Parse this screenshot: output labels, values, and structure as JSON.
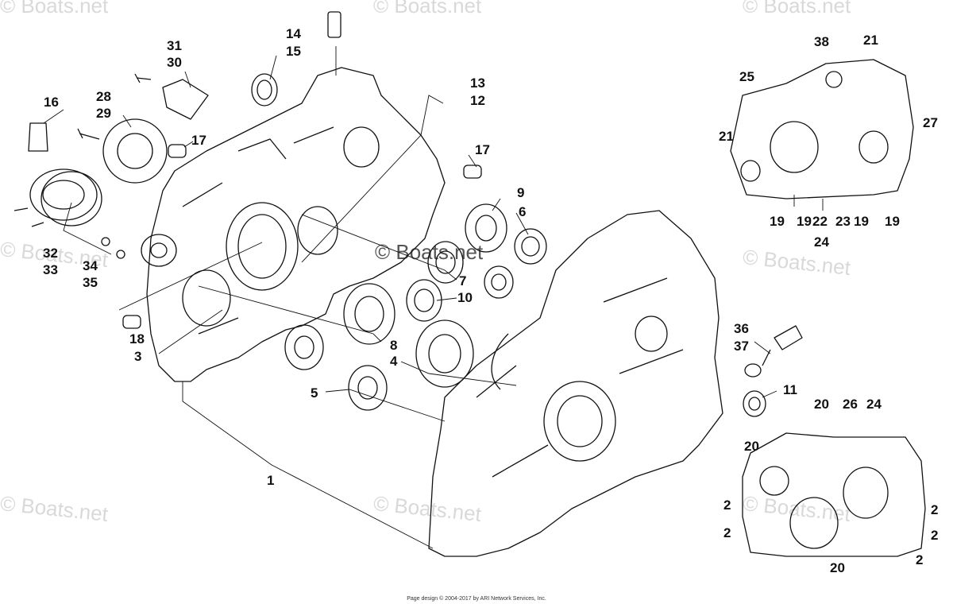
{
  "watermark": {
    "text": "© Boats.net",
    "colors": {
      "watermark": "#d9d9d9",
      "ink": "#111111"
    }
  },
  "callouts": {
    "c1": "1",
    "c2a": "2",
    "c2b": "2",
    "c2c": "2",
    "c2d": "2",
    "c2e": "2",
    "c3": "3",
    "c4": "4",
    "c5": "5",
    "c6": "6",
    "c7": "7",
    "c8": "8",
    "c9": "9",
    "c10": "10",
    "c11": "11",
    "c12": "12",
    "c13": "13",
    "c14": "14",
    "c15": "15",
    "c16": "16",
    "c17a": "17",
    "c17b": "17",
    "c18": "18",
    "c19a": "19",
    "c19b": "19",
    "c19c": "19",
    "c19d": "19",
    "c20a": "20",
    "c20b": "20",
    "c20c": "20",
    "c21a": "21",
    "c21b": "21",
    "c22": "22",
    "c23": "23",
    "c24a": "24",
    "c24b": "24",
    "c25": "25",
    "c26": "26",
    "c27": "27",
    "c28": "28",
    "c29": "29",
    "c30": "30",
    "c31": "31",
    "c32": "32",
    "c33": "33",
    "c34": "34",
    "c35": "35",
    "c36": "36",
    "c37": "37",
    "c38": "38"
  },
  "footer": "Page design © 2004-2017 by ARI Network Services, Inc."
}
